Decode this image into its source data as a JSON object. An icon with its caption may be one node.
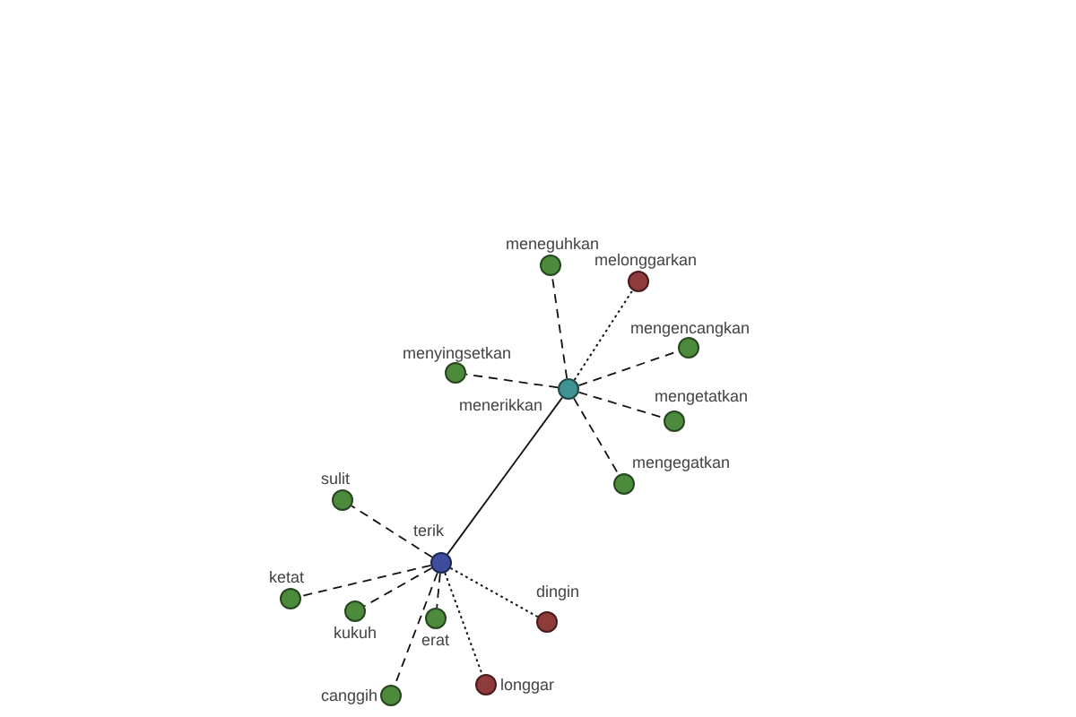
{
  "diagram": {
    "nodes": [
      {
        "text": [
          "meneguhkan"
        ]
      },
      {
        "text": [
          "melonggarkan"
        ]
      },
      {
        "text": [
          "mengencangkan"
        ]
      },
      {
        "text": [
          "menyingsetkan"
        ]
      },
      {
        "text": [
          "menerikkan"
        ]
      },
      {
        "text": [
          "mengetatkan"
        ]
      },
      {
        "text": [
          "mengegatkan"
        ]
      },
      {
        "text": [
          "sulit"
        ]
      },
      {
        "text": [
          "terik"
        ]
      },
      {
        "text": [
          "ketat"
        ]
      },
      {
        "text": [
          "kukuh"
        ]
      },
      {
        "text": [
          "erat"
        ]
      },
      {
        "text": [
          "dingin"
        ]
      },
      {
        "text": [
          "canggih"
        ]
      },
      {
        "text": [
          "longgar"
        ]
      }
    ],
    "edges": [
      {
        "from": 4,
        "to": 0,
        "arrow": "none",
        "style": "dashed"
      },
      {
        "from": 4,
        "to": 1,
        "arrow": "none",
        "style": "dashed"
      },
      {
        "from": 4,
        "to": 2,
        "arrow": "none",
        "style": "dashed"
      },
      {
        "from": 4,
        "to": 3,
        "arrow": "none",
        "style": "dashed"
      },
      {
        "from": 4,
        "to": 5,
        "arrow": "none",
        "style": "dashed"
      },
      {
        "from": 4,
        "to": 6,
        "arrow": "none",
        "style": "dashed"
      },
      {
        "from": 8,
        "to": 4,
        "arrow": "none"
      },
      {
        "from": 8,
        "to": 7,
        "arrow": "none",
        "style": "dashed"
      },
      {
        "from": 8,
        "to": 9,
        "arrow": "none",
        "style": "dashed"
      },
      {
        "from": 8,
        "to": 10,
        "arrow": "none",
        "style": "dashed"
      },
      {
        "from": 8,
        "to": 11,
        "arrow": "none",
        "style": "dashed"
      },
      {
        "from": 8,
        "to": 12,
        "arrow": "none",
        "style": "dashed"
      },
      {
        "from": 8,
        "to": 13,
        "arrow": "none",
        "style": "dashed"
      },
      {
        "from": 8,
        "to": 14,
        "arrow": "none",
        "style": "dashed"
      }
    ]
  }
}
